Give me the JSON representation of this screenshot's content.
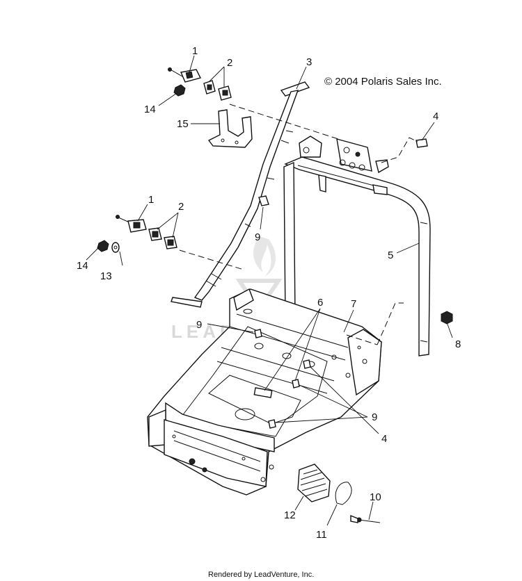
{
  "copyright": "© 2004 Polaris Sales Inc.",
  "footer": "Rendered by LeadVenture, Inc.",
  "watermark": "LEADVENTURE",
  "callouts": {
    "c1a": "1",
    "c2a": "2",
    "c3": "3",
    "c4a": "4",
    "c14a": "14",
    "c15": "15",
    "c9a": "9",
    "c5": "5",
    "c1b": "1",
    "c2b": "2",
    "c14b": "14",
    "c13": "13",
    "c6": "6",
    "c7": "7",
    "c9b": "9",
    "c8": "8",
    "c9c": "9",
    "c4b": "4",
    "c10": "10",
    "c12": "12",
    "c11": "11"
  },
  "colors": {
    "line": "#111111",
    "watermark": "#d9d9d9",
    "background": "#ffffff"
  }
}
